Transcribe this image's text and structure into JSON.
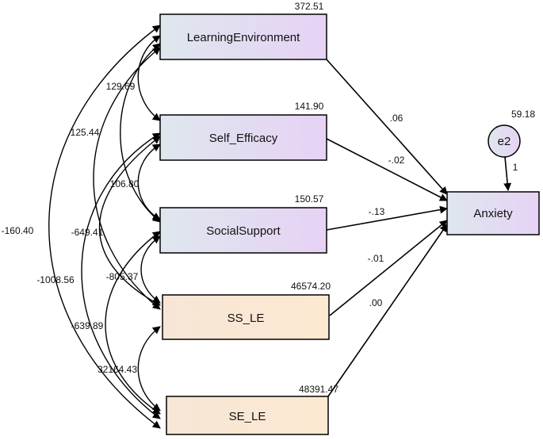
{
  "colors": {
    "exogenous_fill_light": "#dfe7ee",
    "exogenous_fill_dark": "#e6d2f5",
    "interaction_fill_light": "#f7e6d6",
    "interaction_fill_dark": "#fce9d2",
    "stroke": "#000000"
  },
  "nodes": {
    "learning_environment": {
      "label": "LearningEnvironment",
      "variance": "372.51"
    },
    "self_efficacy": {
      "label": "Self_Efficacy",
      "variance": "141.90"
    },
    "social_support": {
      "label": "SocialSupport",
      "variance": "150.57"
    },
    "ss_le": {
      "label": "SS_LE",
      "variance": "46574.20"
    },
    "se_le": {
      "label": "SE_LE",
      "variance": "48391.47"
    },
    "anxiety": {
      "label": "Anxiety"
    },
    "e2": {
      "label": "e2",
      "variance": "59.18"
    }
  },
  "paths": {
    "le_anxiety": ".06",
    "se_anxiety": "-.02",
    "ss_anxiety": "-.13",
    "ssle_anxiety": "-.01",
    "sele_anxiety": ".00",
    "e2_anxiety": "1"
  },
  "covariances": {
    "le_se": "129.69",
    "le_ss": "125.44",
    "se_ss": "106.80",
    "le_sele": "-160.40",
    "se_ssle": "-649.41",
    "le_ssle": "-1008.56",
    "ss_ssle": "-805.37",
    "ss_sele": "-639.89",
    "ssle_sele": "32164.43",
    "se_sele": ""
  }
}
